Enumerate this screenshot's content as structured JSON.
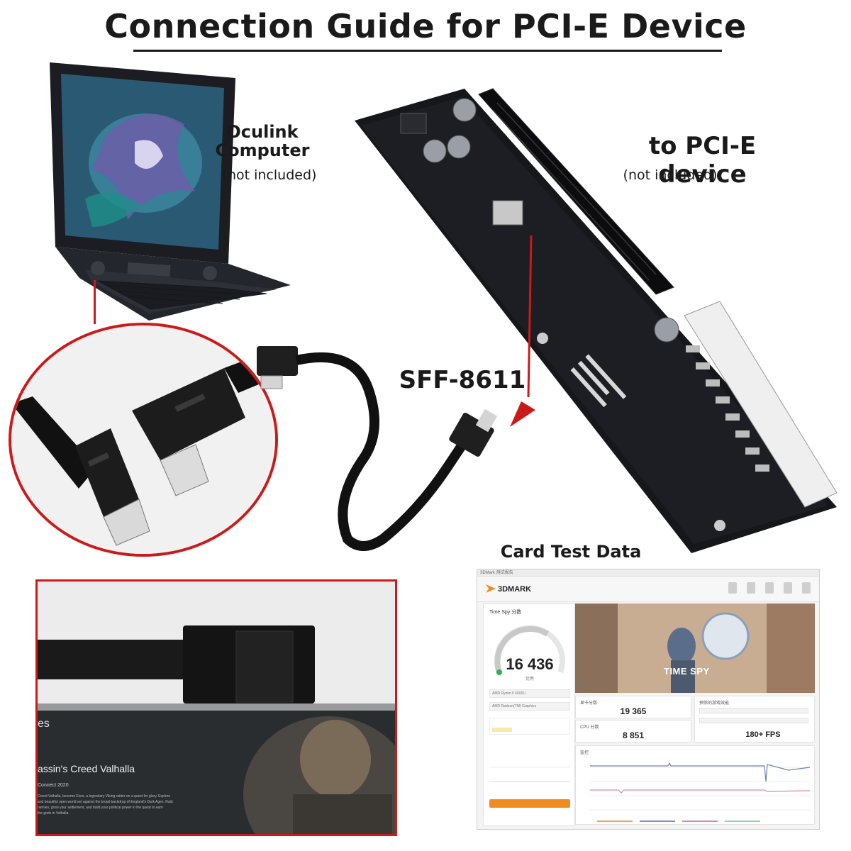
{
  "title": "Connection Guide for PCI-E Device",
  "labels": {
    "computer_line1": "Oculink",
    "computer_line2": "Computer",
    "computer_note": "(not included)",
    "device_title": "to PCI-E device",
    "device_note": "(not included)",
    "cable": "SFF-8611",
    "card_test": "Card Test Data"
  },
  "photo": {
    "game_title": "assin's Creed Valhalla",
    "game_meta": "Connect  2020",
    "game_blurb_1": "Creed Valhalla, become Eivor, a legendary Viking raider on a quest for glory. Explore",
    "game_blurb_2": "and beautiful open world set against the brutal backdrop of England's Dark Ages. Raid",
    "game_blurb_3": "nemies, grow your settlement, and build your political power in the quest to earn",
    "game_blurb_4": "the gods in Valhalla.",
    "header_fragment": "es"
  },
  "tdm": {
    "brand": "3DMARK",
    "window_title": "3DMark 测试报告",
    "test_name": "Time Spy 分数",
    "score": "16 436",
    "score_label": "优秀",
    "cpu_name": "AMD Ryzen 5 6600U",
    "gpu_name": "AMD Radeon(TM) Graphics",
    "gpu_score_value": "19 365",
    "cpu_score_value": "8 851",
    "fps_value": "180+ FPS",
    "hero_label": "TIME SPY",
    "gpu_score_label": "显卡分数",
    "cpu_score_label": "CPU 分数",
    "fps_label": "预估的游戏效能",
    "monitor_label": "监控"
  },
  "colors": {
    "accent_red": "#cc1a1a",
    "tdm_orange": "#f08c1f",
    "chart_blue": "#6f7fb3",
    "chart_pink": "#d88a9e"
  }
}
